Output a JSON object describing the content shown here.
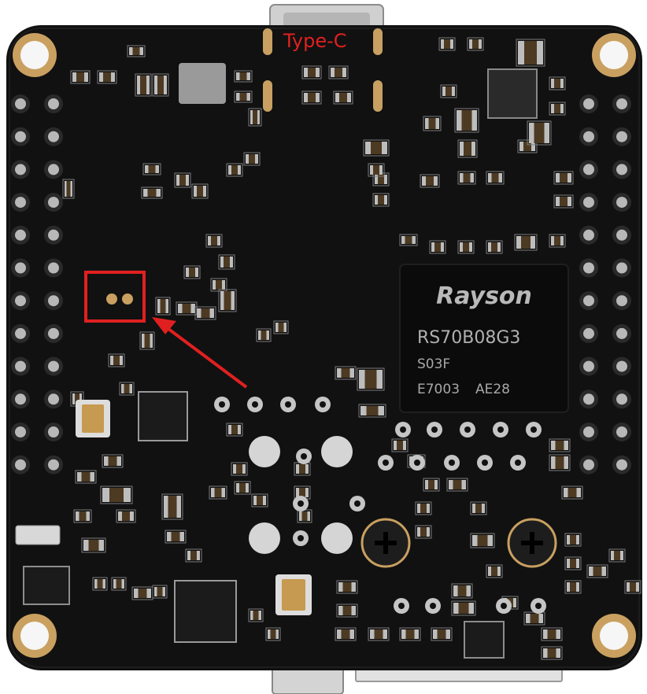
{
  "image": {
    "subject": "pcb-board-bottom-view",
    "background_color": "#ffffff",
    "board_color": "#111111",
    "pad_color": "#b8b8b8",
    "mount_hole_ring_color": "#c9a060"
  },
  "annotation": {
    "label": "Type-C",
    "color": "#e02020"
  },
  "chip": {
    "brand": "Rayson",
    "part_number": "RS70B08G3",
    "lot_code": "S03F",
    "date_code_left": "E7003",
    "date_code_right": "AE28"
  }
}
